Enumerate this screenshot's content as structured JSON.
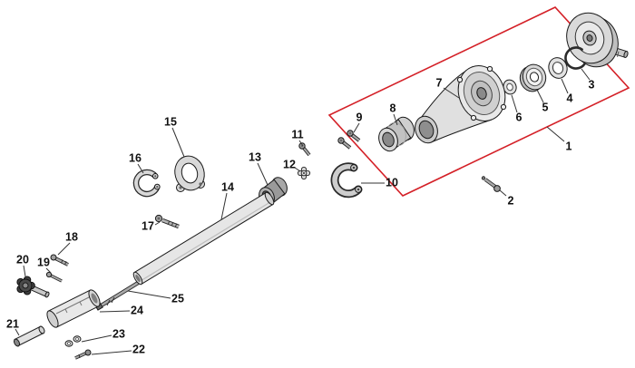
{
  "diagram": {
    "type": "exploded-parts-diagram",
    "background_color": "#ffffff",
    "highlight_color": "#d42027",
    "line_color": "#1a1a1a",
    "part_labels": [
      "1",
      "2",
      "3",
      "4",
      "5",
      "6",
      "7",
      "8",
      "9",
      "10",
      "11",
      "12",
      "13",
      "14",
      "15",
      "16",
      "17",
      "18",
      "19",
      "20",
      "21",
      "22",
      "23",
      "24",
      "25"
    ]
  }
}
